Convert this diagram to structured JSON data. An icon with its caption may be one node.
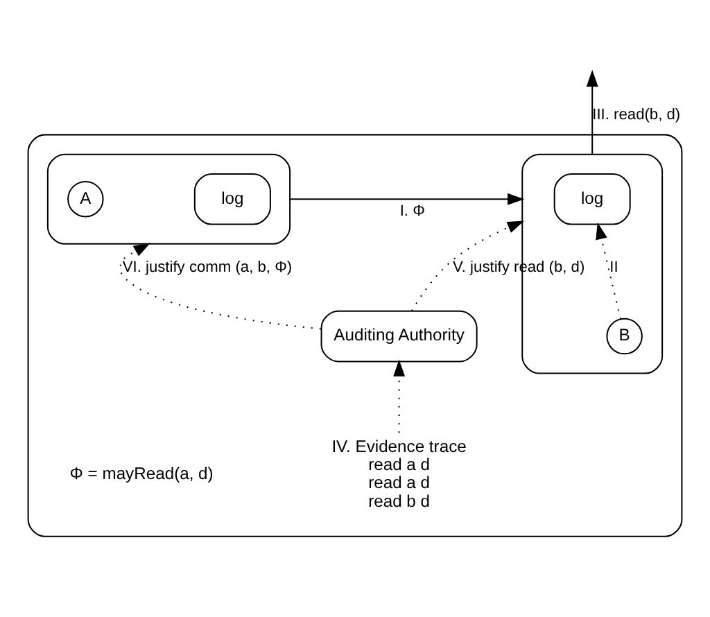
{
  "diagram": {
    "nodes": [
      {
        "text": [],
        "shape": "box"
      },
      {
        "text": [],
        "shape": "box",
        "in": 0
      },
      {
        "text": [
          "log"
        ],
        "in": 1
      },
      {
        "text": [
          "A"
        ],
        "in": 1
      },
      {
        "text": [],
        "shape": "box",
        "in": 0
      },
      {
        "text": [
          "log"
        ],
        "in": 4
      },
      {
        "text": [
          "B"
        ],
        "in": 4
      },
      {
        "text": [
          "Auditing Authority"
        ],
        "in": 0
      },
      {
        "text": [
          "IV. Evidence trace",
          "read a d",
          "read a d",
          "read b d"
        ],
        "in": 0
      }
    ],
    "edges": [
      {
        "from": 1,
        "to": 4,
        "arrow": "to",
        "label": "I. Φ"
      },
      {
        "from": 6,
        "to": 5,
        "arrow": "to",
        "label": "II",
        "style": "dashed"
      },
      {
        "from": 4,
        "to": null,
        "arrow": "to",
        "label": "III. read(b, d)"
      },
      {
        "from": 8,
        "to": 7,
        "arrow": "to",
        "style": "dashed"
      },
      {
        "from": 7,
        "to": 4,
        "arrow": "to",
        "label": "V. justify read (b, d)",
        "style": "dashed"
      },
      {
        "from": 7,
        "to": 1,
        "arrow": "to",
        "label": "VI. justify comm (a, b, Φ)",
        "style": "dashed"
      }
    ],
    "labels": [
      "Φ = mayRead(a, d)"
    ]
  }
}
